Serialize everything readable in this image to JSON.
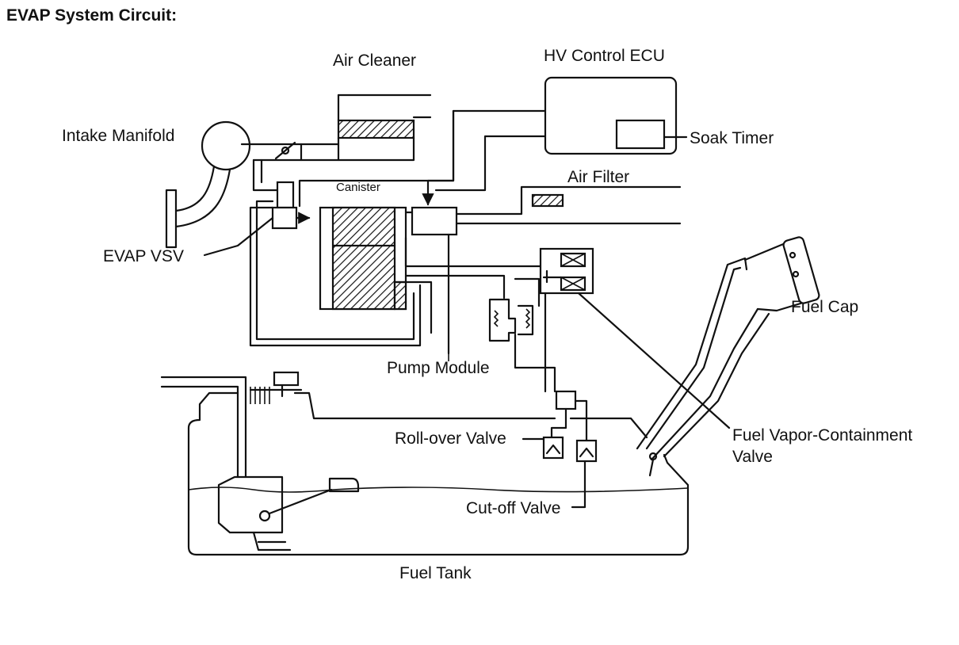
{
  "title": "EVAP System Circuit:",
  "labels": {
    "air_cleaner": "Air Cleaner",
    "hv_control_ecu": "HV Control ECU",
    "intake_manifold": "Intake Manifold",
    "soak_timer": "Soak Timer",
    "canister": "Canister",
    "air_filter": "Air Filter",
    "evap_vsv": "EVAP VSV",
    "fuel_cap": "Fuel Cap",
    "pump_module": "Pump Module",
    "fuel_vapor_line1": "Fuel Vapor-Containment",
    "fuel_vapor_line2": "Valve",
    "rollover_valve": "Roll-over Valve",
    "cutoff_valve": "Cut-off Valve",
    "fuel_tank": "Fuel Tank"
  }
}
